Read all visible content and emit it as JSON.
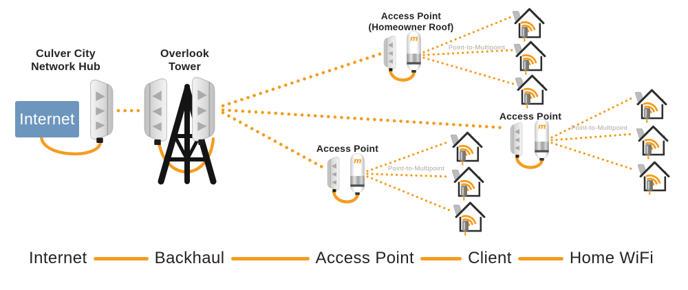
{
  "nodes": {
    "hub": {
      "line1": "Culver City",
      "line2": "Network Hub",
      "box": "Internet"
    },
    "tower": {
      "line1": "Overlook",
      "line2": "Tower"
    },
    "ap_roof": {
      "line1": "Access Point",
      "line2": "(Homeowner Roof)"
    },
    "ap_mid": {
      "label": "Access Point"
    },
    "ap_right": {
      "label": "Access Point"
    }
  },
  "links": {
    "ptmp_top": "Point-to-Multipoint",
    "ptmp_mid": "Point-to-Multipoint",
    "ptmp_right": "Point-to-Multipoint"
  },
  "devices": {
    "ap_logo": "m"
  },
  "legend": {
    "items": [
      "Internet",
      "Backhaul",
      "Access Point",
      "Client",
      "Home WiFi"
    ]
  },
  "colors": {
    "accent_orange": "#F59C1E",
    "internet_blue": "#6D96BE",
    "text_black": "#262223",
    "ptmp_gray": "#ABA69E",
    "tower_black": "#141414"
  },
  "icons": {
    "dish-antenna-icon": "gray side-view backhaul dish",
    "radio-tower-icon": "black lattice tower",
    "ap-radio-icon": "white cylinder radio with orange m logo",
    "house-wifi-icon": "outlined house with orange wifi arcs",
    "client-dish-icon": "small rooftop client dish"
  }
}
